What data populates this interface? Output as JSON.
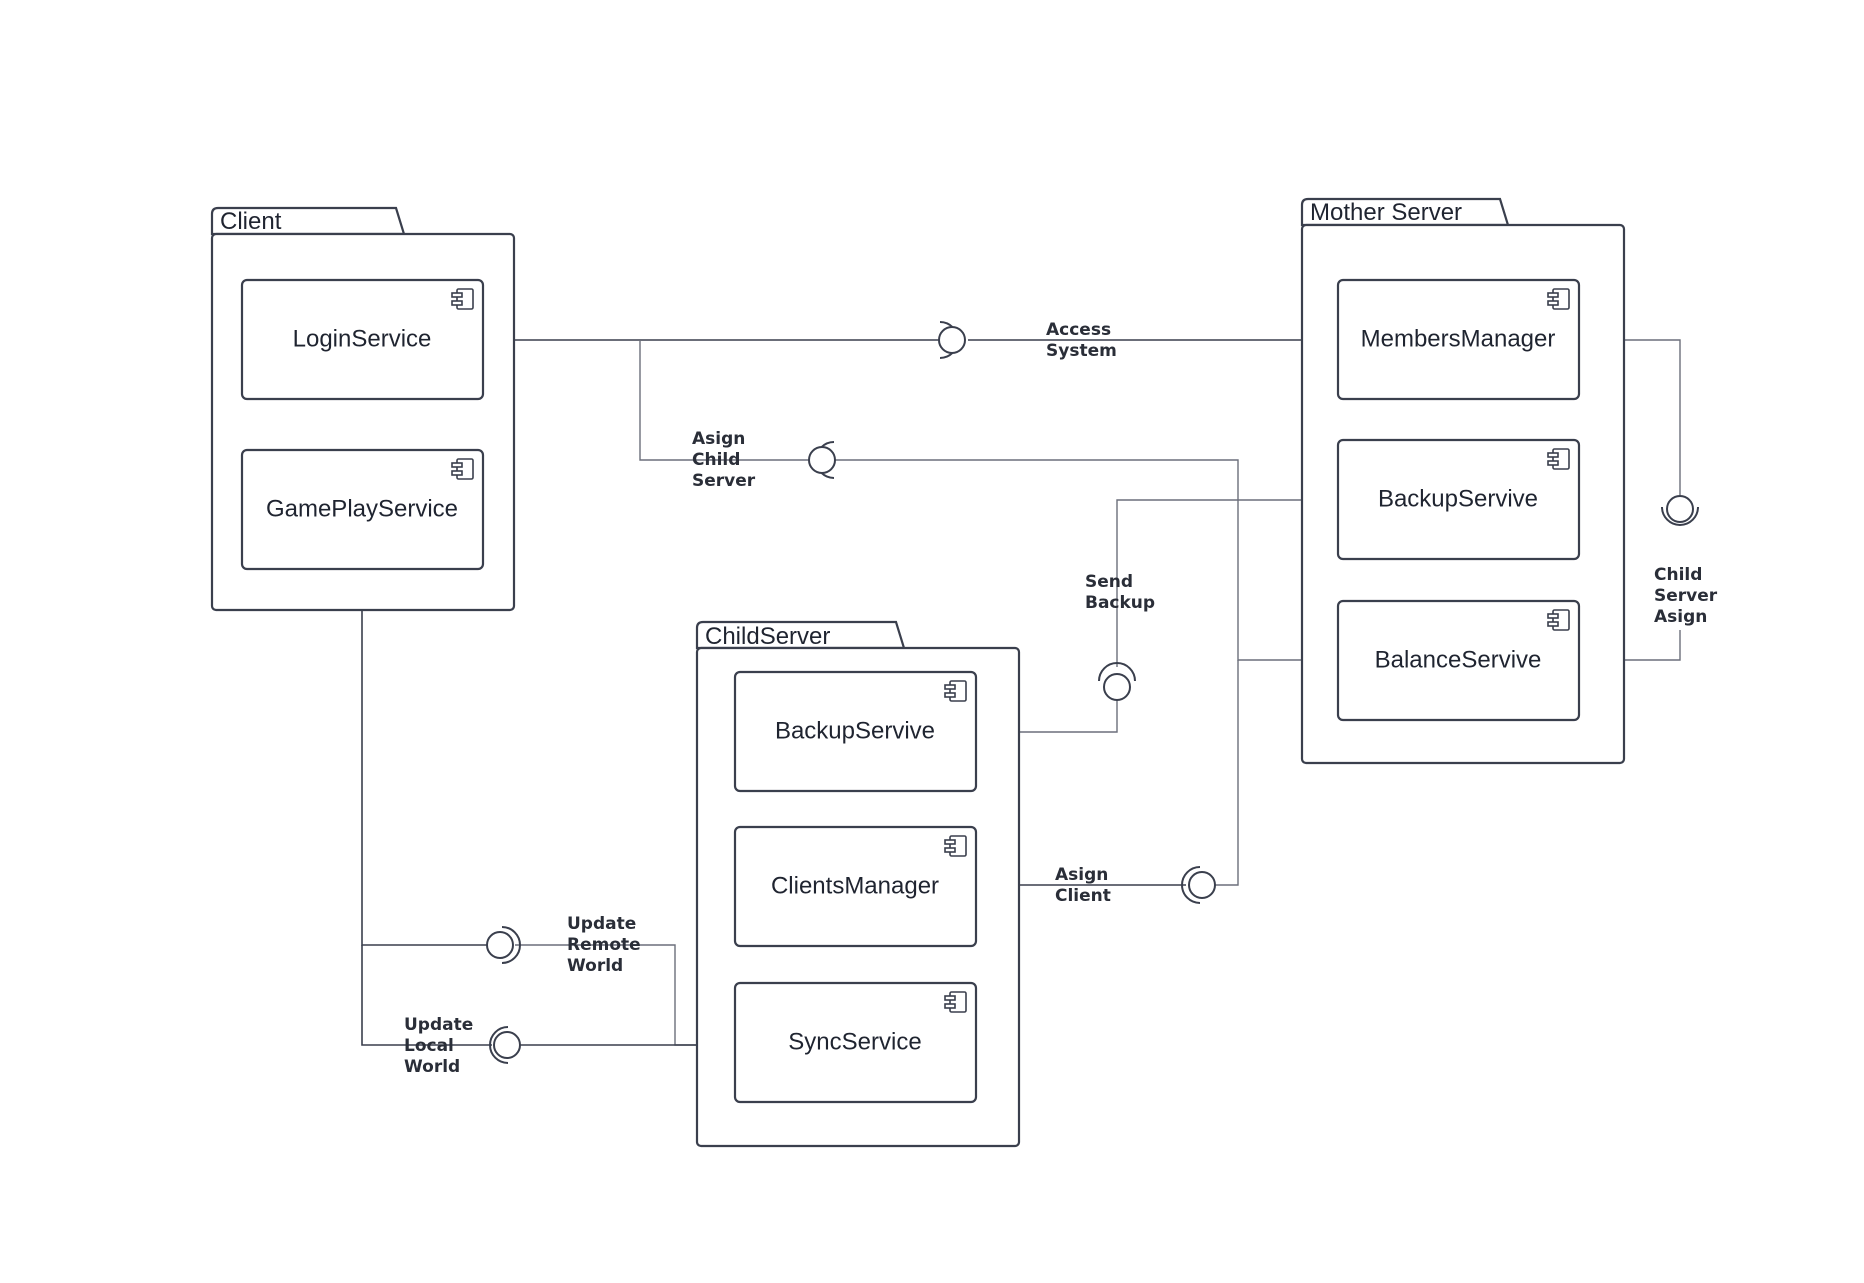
{
  "packages": {
    "client": "Client",
    "mother_server": "Mother Server",
    "child_server": "ChildServer"
  },
  "components": {
    "login_service": "LoginService",
    "gameplay_service": "GamePlayService",
    "members_manager": "MembersManager",
    "backup_service_mother": "BackupServive",
    "balance_service": "BalanceServive",
    "backup_service_child": "BackupServive",
    "clients_manager": "ClientsManager",
    "sync_service": "SyncService"
  },
  "interfaces": {
    "access_system": [
      "Access",
      "System"
    ],
    "asign_child_server": [
      "Asign",
      "Child",
      "Server"
    ],
    "send_backup": [
      "Send",
      "Backup"
    ],
    "child_server_asign": [
      "Child",
      "Server",
      "Asign"
    ],
    "asign_client": [
      "Asign",
      "Client"
    ],
    "update_remote_world": [
      "Update",
      "Remote",
      "World"
    ],
    "update_local_world": [
      "Update",
      "Local",
      "World"
    ]
  }
}
